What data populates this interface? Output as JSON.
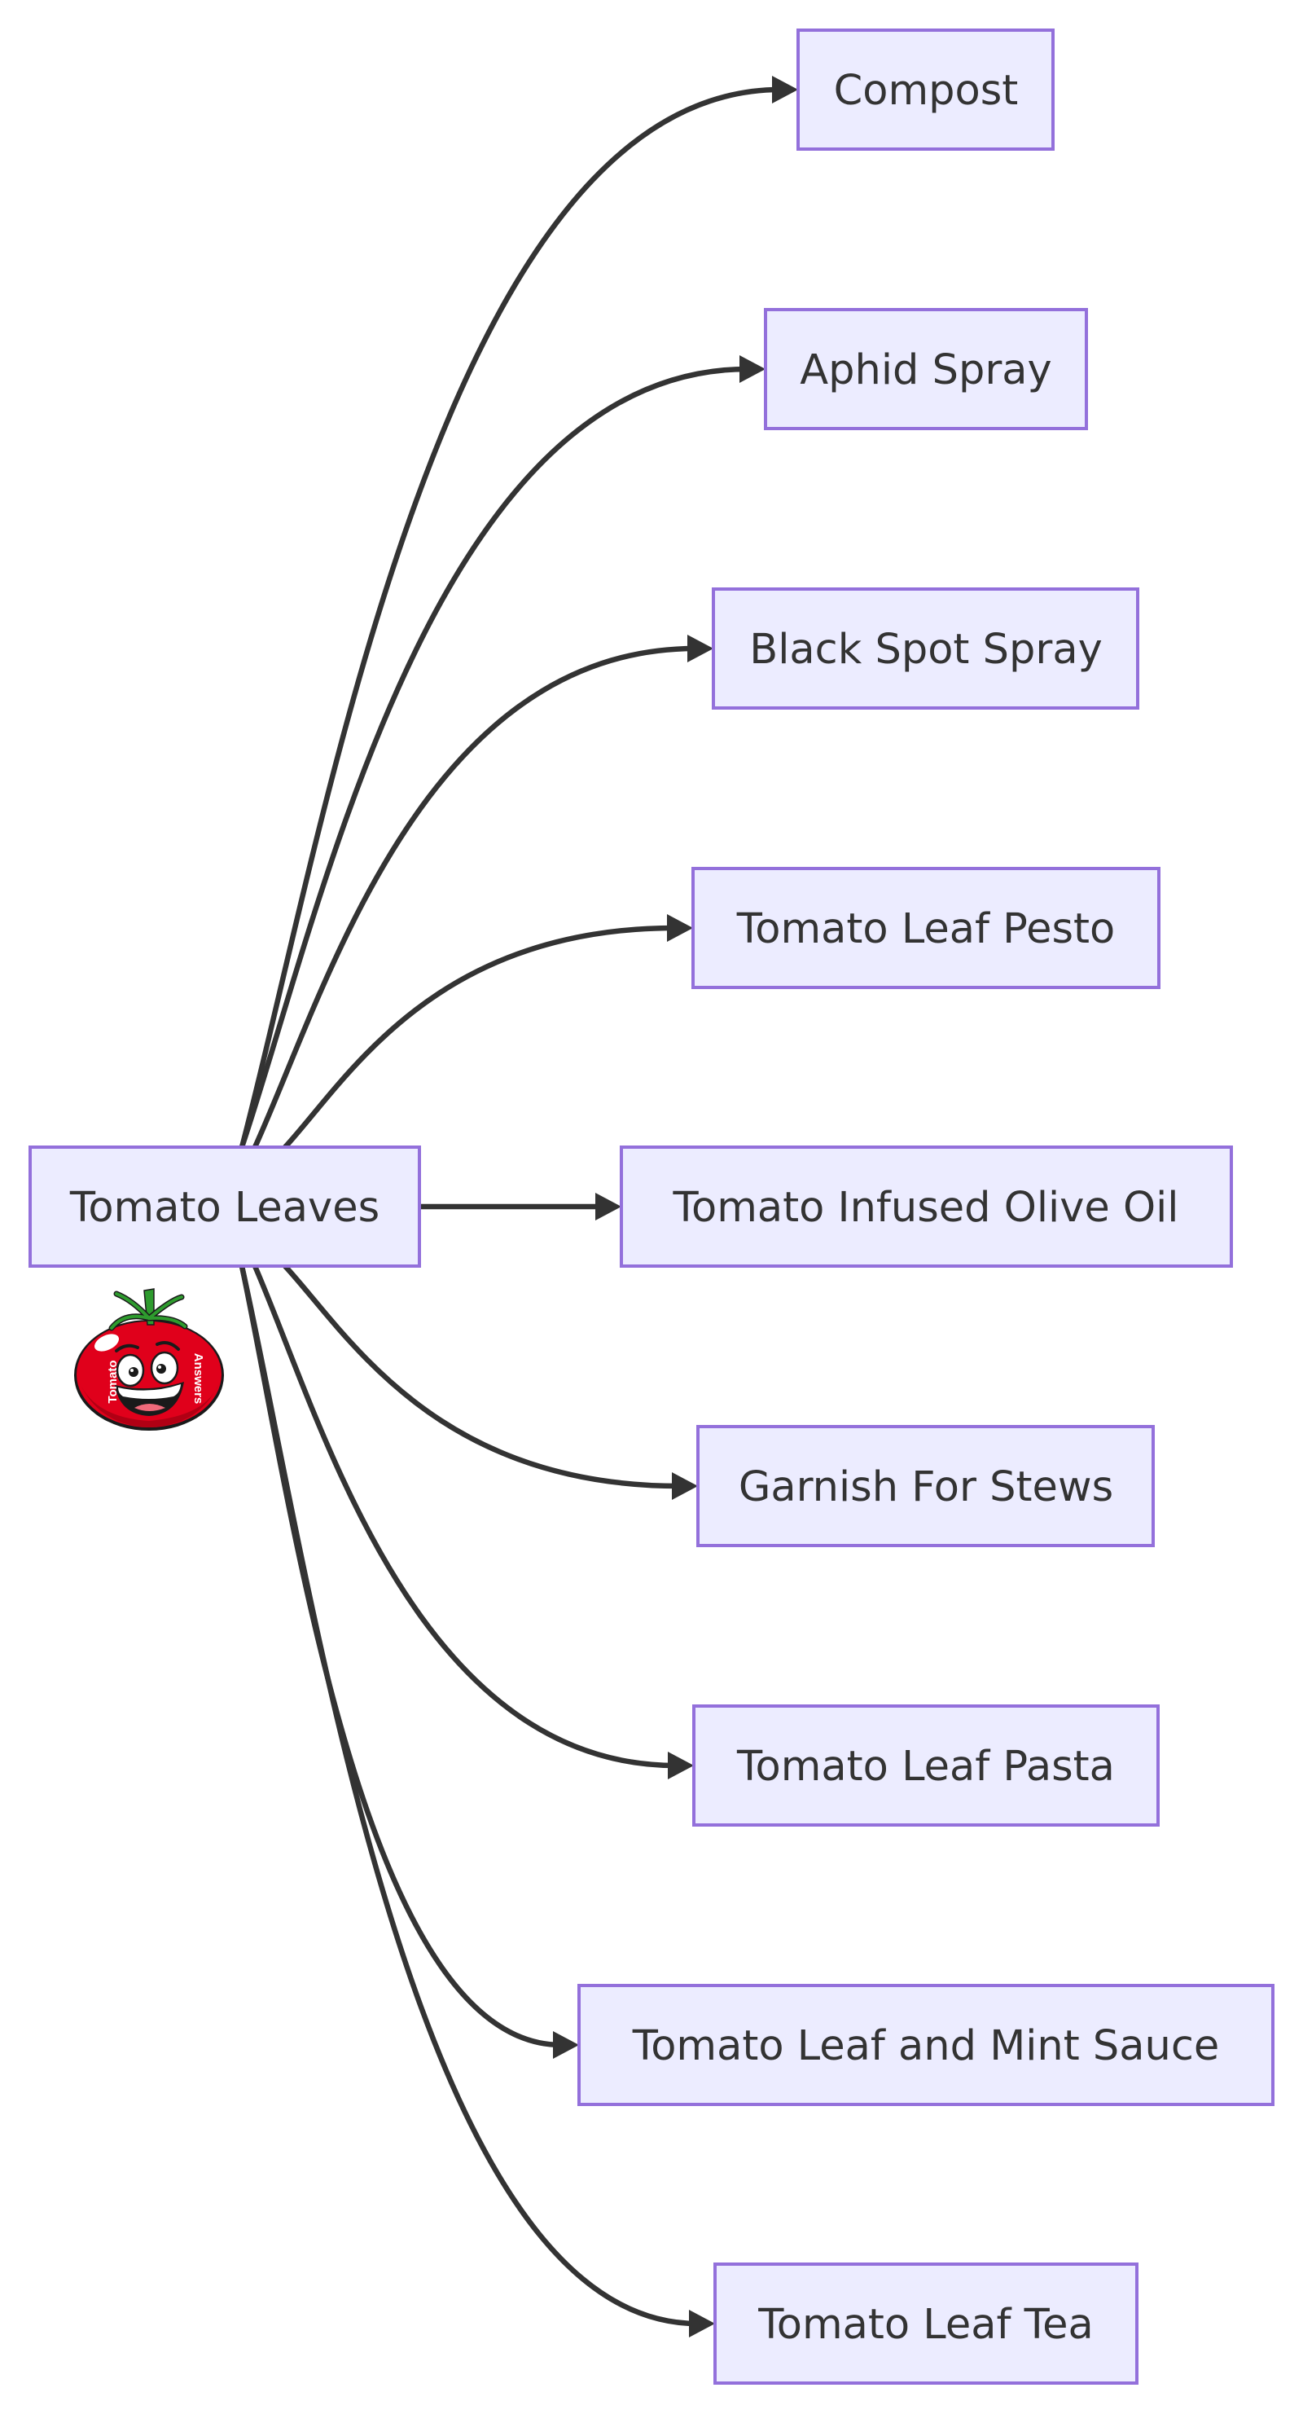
{
  "diagram": {
    "type": "flowchart",
    "direction": "left-to-right",
    "source": {
      "id": "tomato_leaves",
      "label": "Tomato Leaves"
    },
    "targets": [
      {
        "id": "compost",
        "label": "Compost"
      },
      {
        "id": "aphid_spray",
        "label": "Aphid Spray"
      },
      {
        "id": "black_spot_spray",
        "label": "Black Spot Spray"
      },
      {
        "id": "tomato_leaf_pesto",
        "label": "Tomato Leaf Pesto"
      },
      {
        "id": "tomato_infused_olive_oil",
        "label": "Tomato Infused Olive Oil"
      },
      {
        "id": "garnish_for_stews",
        "label": "Garnish For Stews"
      },
      {
        "id": "tomato_leaf_pasta",
        "label": "Tomato Leaf Pasta"
      },
      {
        "id": "tomato_leaf_and_mint_sauce",
        "label": "Tomato Leaf and Mint Sauce"
      },
      {
        "id": "tomato_leaf_tea",
        "label": "Tomato Leaf Tea"
      }
    ],
    "edges": [
      {
        "from": "tomato_leaves",
        "to": "compost"
      },
      {
        "from": "tomato_leaves",
        "to": "aphid_spray"
      },
      {
        "from": "tomato_leaves",
        "to": "black_spot_spray"
      },
      {
        "from": "tomato_leaves",
        "to": "tomato_leaf_pesto"
      },
      {
        "from": "tomato_leaves",
        "to": "tomato_infused_olive_oil"
      },
      {
        "from": "tomato_leaves",
        "to": "garnish_for_stews"
      },
      {
        "from": "tomato_leaves",
        "to": "tomato_leaf_pasta"
      },
      {
        "from": "tomato_leaves",
        "to": "tomato_leaf_and_mint_sauce"
      },
      {
        "from": "tomato_leaves",
        "to": "tomato_leaf_tea"
      }
    ],
    "logo": {
      "icon": "tomato-mascot-icon",
      "text_left": "Tomato",
      "text_right": "Answers"
    },
    "colors": {
      "node_fill": "#ECECFF",
      "node_border": "#9370DB",
      "edge": "#333333",
      "text": "#333333",
      "tomato_red": "#E0001B",
      "stem_green": "#2E9B2E"
    }
  }
}
